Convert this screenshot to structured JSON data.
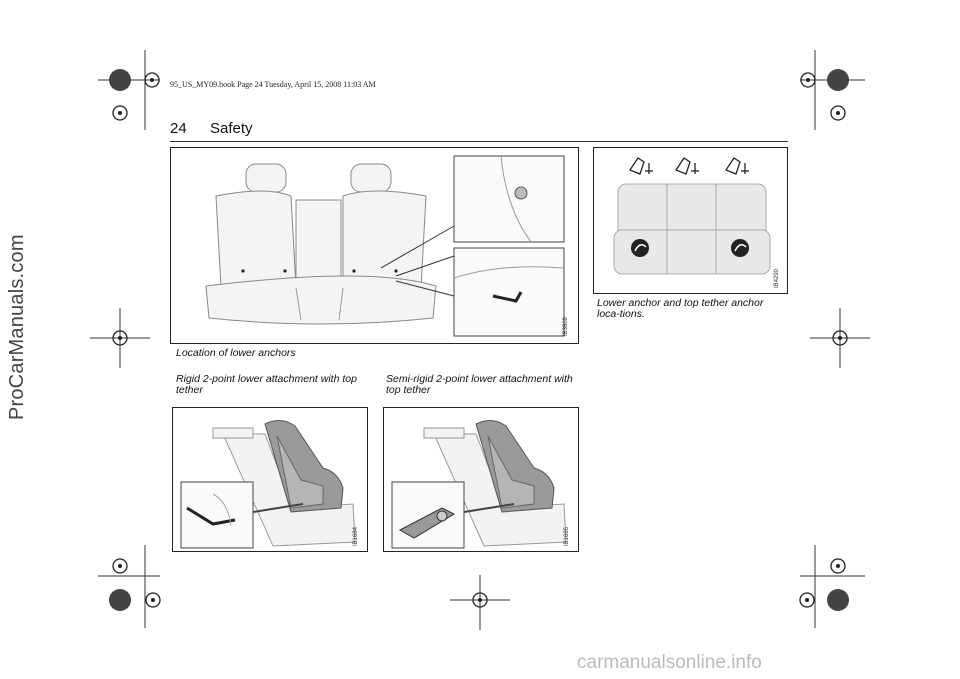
{
  "book_header": "95_US_MY09.book  Page 24  Tuesday, April 15, 2008  11:03 AM",
  "page_number": "24",
  "section_title": "Safety",
  "figures": {
    "lower_anchors": {
      "caption": "Location of lower anchors",
      "code": "IB3809"
    },
    "anchor_locations": {
      "caption": "Lower anchor and top tether anchor loca-tions.",
      "code": "IB4290"
    },
    "rigid": {
      "caption": "Rigid 2-point lower attachment with top tether",
      "code": "IB1684"
    },
    "semi_rigid": {
      "caption": "Semi-rigid 2-point lower attachment with top tether",
      "code": "IB1685"
    }
  },
  "side_watermark": "ProCarManuals.com",
  "footer_watermark": "carmanualsonline.info"
}
